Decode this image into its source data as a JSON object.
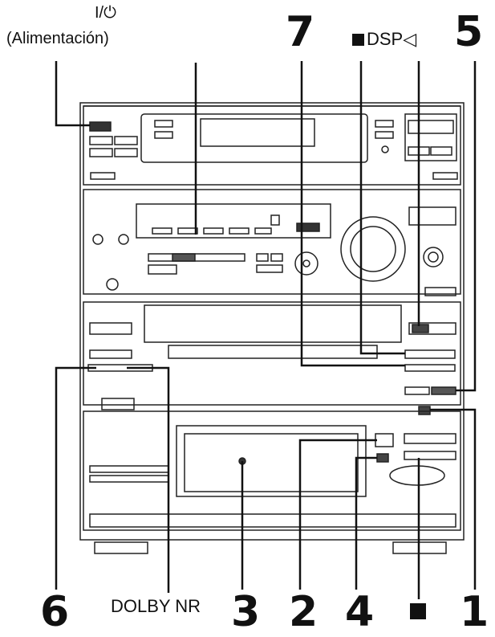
{
  "labels": {
    "power_symbol": "I/⏻",
    "power_caption": "(Alimentación)",
    "seven": "7",
    "dsp_text": "DSP",
    "five": "5",
    "six": "6",
    "dolby_nr": "DOLBY NR",
    "three": "3",
    "two": "2",
    "four": "4",
    "one": "1"
  }
}
